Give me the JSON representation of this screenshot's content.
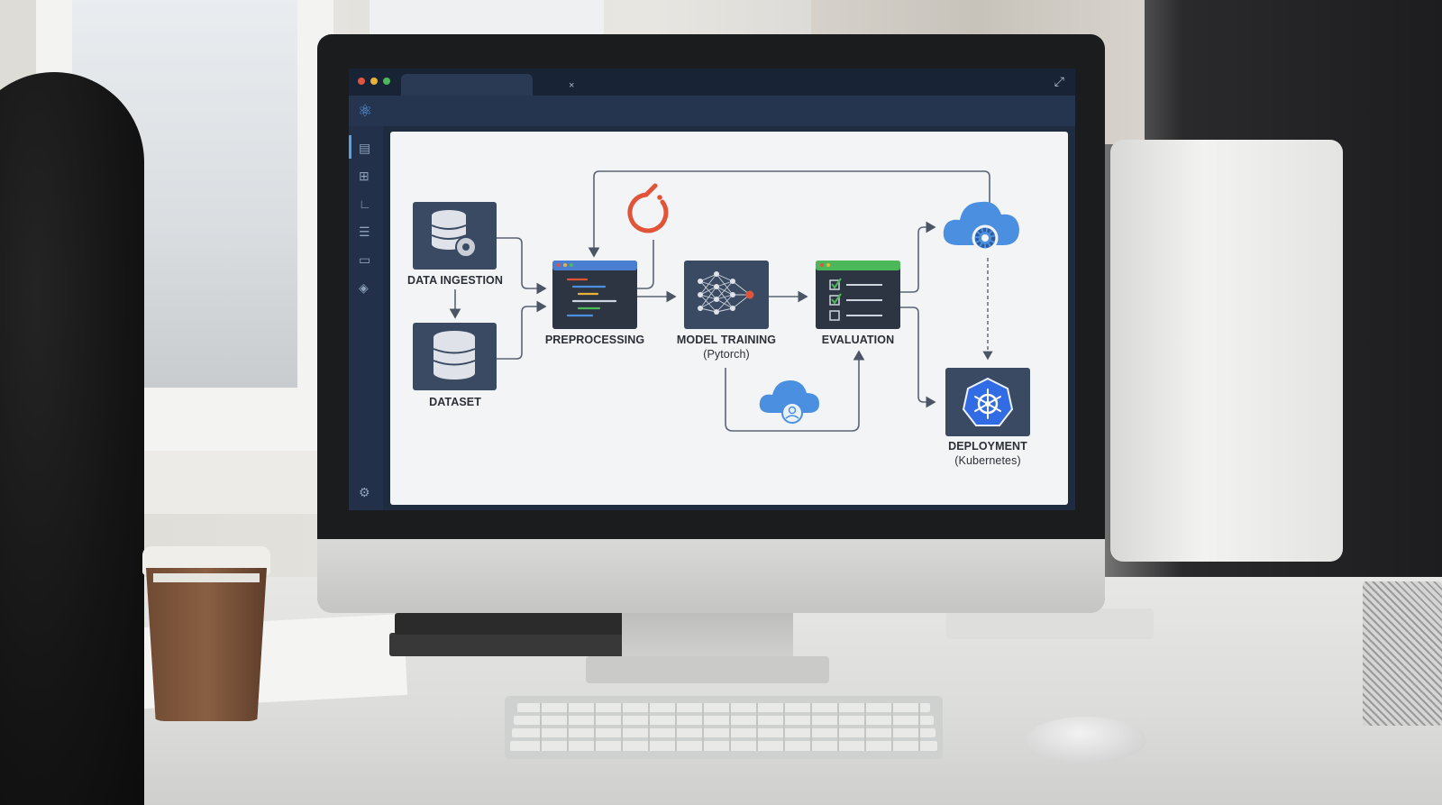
{
  "app": {
    "tab_close": "×",
    "expand_icon": "expand-icon",
    "logo_icon": "atom-logo-icon"
  },
  "sidebar": {
    "items": [
      {
        "icon": "document-icon"
      },
      {
        "icon": "grid-icon"
      },
      {
        "icon": "chart-icon"
      },
      {
        "icon": "list-icon"
      },
      {
        "icon": "folder-icon"
      },
      {
        "icon": "layers-icon"
      },
      {
        "icon": "settings-gear-icon"
      }
    ]
  },
  "pipeline": {
    "data_ingestion": "DATA INGESTION",
    "dataset": "DATASET",
    "preprocessing": "PREPROCESSING",
    "model_training": "MODEL TRAINING",
    "model_training_sub": "(Pytorch)",
    "evaluation": "EVALUATION",
    "deployment": "DEPLOYMENT",
    "deployment_sub": "(Kubernetes)"
  },
  "colors": {
    "accent": "#5aa0e6",
    "pytorch": "#e0553a",
    "cloud": "#4a8fe0",
    "kubernetes": "#326ce5",
    "node_box": "#3a4a62"
  }
}
